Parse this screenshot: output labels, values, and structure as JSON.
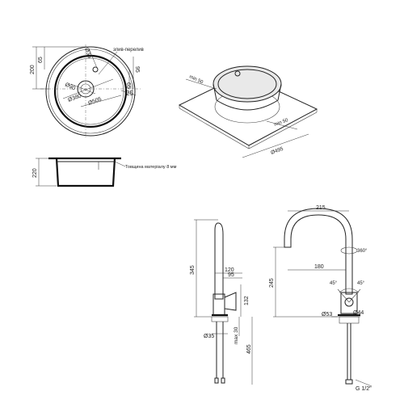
{
  "sink_top": {
    "label_overflow": "злив-перелив",
    "dim_d35": "Ø35",
    "dim_d90": "Ø90",
    "dim_d380": "Ø380",
    "dim_d505": "Ø505",
    "dim_200": "200",
    "dim_65_left": "65",
    "dim_65_right": "65",
    "dim_95": "95",
    "dim_25": "25"
  },
  "sink_iso": {
    "dim_min50_left": "min 50",
    "dim_min50_right": "min 50",
    "dim_d495": "Ø495"
  },
  "sink_section": {
    "dim_220": "220",
    "label_thickness": "Товщина матеріалу 8 мм"
  },
  "faucet_side": {
    "dim_345": "345",
    "dim_120": "120",
    "dim_95": "95",
    "dim_132": "132",
    "dim_d35": "Ø35",
    "dim_max30": "max 30",
    "dim_465": "465"
  },
  "faucet_front": {
    "dim_215": "215",
    "dim_360": "360°",
    "dim_180": "180",
    "dim_245": "245",
    "dim_45_left": "45°",
    "dim_45_right": "45°",
    "dim_d53": "Ø53",
    "dim_d44": "Ø44",
    "dim_g12": "G 1/2\""
  }
}
